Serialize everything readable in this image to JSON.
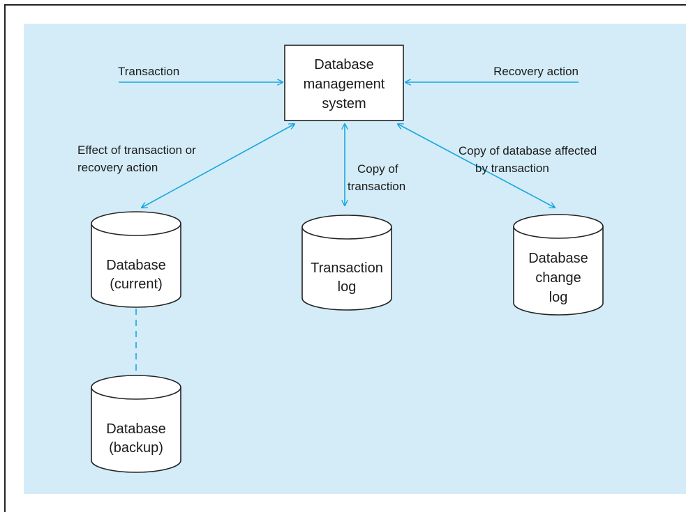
{
  "dbms": {
    "line1": "Database",
    "line2": "management",
    "line3": "system"
  },
  "inputs": {
    "transaction": "Transaction",
    "recovery_action": "Recovery action"
  },
  "edges": {
    "effect_line1": "Effect of transaction or",
    "effect_line2": "recovery action",
    "copy_tx_line1": "Copy of",
    "copy_tx_line2": "transaction",
    "copy_db_line1": "Copy of database affected",
    "copy_db_line2": "by transaction"
  },
  "stores": {
    "db_current": {
      "line1": "Database",
      "line2": "(current)"
    },
    "tx_log": {
      "line1": "Transaction",
      "line2": "log"
    },
    "change_log": {
      "line1": "Database",
      "line2": "change",
      "line3": "log"
    },
    "db_backup": {
      "line1": "Database",
      "line2": "(backup)"
    }
  },
  "colors": {
    "panel": "#d3ecf7",
    "arrow": "#1aa6df",
    "stroke": "#222222"
  }
}
